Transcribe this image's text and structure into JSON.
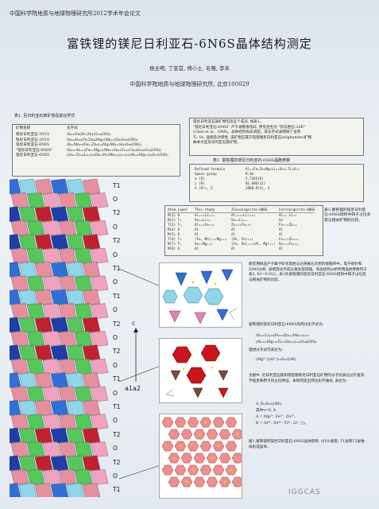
{
  "header": "中国科学院地质与地球物理研究所2012学术年会论文",
  "title": "富铁锂的镁尼日利亚石-6N6S晶体结构测定",
  "authors": "杨主明, 丁奎首, 傅小土, 毛骞, 李禾",
  "affiliation": "中国科学院地质与地球物理研究所, 北京100029",
  "table1": {
    "caption": "表1. 尼日利亚石族矿物及其化学式",
    "header_name": "矿物名称",
    "header_formula": "化学式",
    "rows": [
      {
        "name": "铁尼日利亚石-2N1S",
        "formula": "Al₁₀₂Sn(Fe,Zn)₂O₁₄(OH)₂"
      },
      {
        "name": "铁尼日利亚石-2N1S",
        "formula": "Sn₂₂Al₁₆(Fe,Zn)₄Mg₃(Mn,₂)Sn₂O₃₈(OH)₂"
      },
      {
        "name": "镁尼日利亚石-6N6S",
        "formula": "Al₁₆Mn₂₀(Fe₂₊Zn₂)₁₄Mg₃Mn₂₂Sn₂O₃₈(OH)₂"
      },
      {
        "name": "\"镁尼日利亚石-6N6S\"",
        "formula": "Sn₂₄·Al₁₆₊(Fe₃₊Mg₂)₂Mn₂₂Zn₂₄Ti₁₂₀Ca₂₄Si₃₀₀O₃₈(OH)₂"
      },
      {
        "name": "镁尼日利亚石-6N6S",
        "formula": "(Sn₁₂Ti₁₄₂Li₁₂)₆(Zn₁₂Fe₃Mn₁₄)₂(₂₂)₁₆(Al₁₂₂Mg₁₂)₁₆O₂₂(OH)₂"
      }
    ]
  },
  "intro": {
    "line1": "镁尼日利亚石族矿物包括五个成员, 如表1。",
    "line2": "\"镁尼日利亚石-6N6S\" 产于湖南香花岭, 原先定名为 \"弥志岩石-24R\"",
    "line3": "(Chen et al., 1989)。晶体结构尚未测定。其化学式表明除了含有",
    "line4": "Ti, Sn, 晶胞及对称性, 该矿物应属于镁铝锡尼日利亚石(högbomite)矿物,",
    "line5": "故本文是尼日利亚石族矿物。"
  },
  "table2": {
    "caption": "表2. 富铁锂的镁尼日利亚石-6N6S晶胞参数",
    "rows": [
      {
        "k": "Refined formula",
        "v": "Al₁₂Fe₂Zn₂Mg₃Li₁₂Sn₂₂Ti₂O₃₈"
      },
      {
        "k": "Space group",
        "v": "R-3m"
      },
      {
        "k": "a (Å)",
        "v": "5.7165(8)"
      },
      {
        "k": "c (Å)",
        "v": "82.696(11)"
      },
      {
        "k": "V (Å³), Z",
        "v": "1968.9(3), 3"
      }
    ]
  },
  "table3": {
    "headers": [
      "Atom Layer",
      "This study",
      "Zincoalgerite-6N6S",
      "Ferroalgerite-6N6S"
    ],
    "rows": [
      [
        "M(1) O",
        "Al₁₂₂Li₁₂₂",
        "Al₁₂₂₂Li₁₂₂₂",
        "Al₁₂ Li₂₂"
      ],
      [
        "M(2) T₁",
        "Sn₁₂Li₁₂",
        "Sn₁₂Li₁₂",
        "Sn"
      ],
      [
        "T(3) T₁",
        "Al₁₂₂Fe₁₂₂",
        "Zn₁₂₂Fe₁₂₂",
        "Fe₁₂₂Zn₁₂"
      ],
      [
        "M(4) O",
        "Al",
        "Al",
        "Al"
      ],
      [
        "M(5) O",
        "Al",
        "Al",
        "Al"
      ],
      [
        "T(6) T₂",
        "(Fe, Mn)₁₂₂Mg₁₂₂",
        "(Zn, Fe)₁₂₂",
        "Fe₁₂₂Zn₁₂₂"
      ],
      [
        "M(7) T₂",
        "Sn₁₂Mg₁₂₂",
        "(Fe, Zn)₁₂₂(Al, Mg)₁₂₂",
        "Sn₁₂₂Fe₁₂₂"
      ],
      [
        "M(8) O",
        "Al",
        "Al",
        "Al"
      ]
    ],
    "caption": "表3.富铁锂的镁尼日利亚石-6N6S结构中阳子占位及其与相关矿物的比较。"
  },
  "layers": [
    "T1",
    "O",
    "T2",
    "O",
    "T2",
    "O",
    "T1",
    "O",
    "T1",
    "O",
    "T2",
    "O",
    "T2",
    "O",
    "T1",
    "O",
    "T1",
    "O",
    "T2",
    "O",
    "T2",
    "O",
    "T1"
  ],
  "axis_c": "c",
  "axis_a": "a1a2",
  "right_text": {
    "p1": "研究用样品产于糜子岭花岗岩与石英脉石灰岩的接触带中。电子探针和SIMS分析, 表明其化学成分富含镁锌锂。单晶结构分析所用晶胞参数列于表2, R1=0.053。表3为富铁锂的镁尼日利亚石-6N6S结构中阳子占位及与相关矿物的比较。",
    "p2": "富铁锂的镁尼日利亚石-6N6S的简化化学式为:",
    "f1": "Sn₁₂₂Li₁₂₂(Fe₁₂₂Zn₁₂₂Mn₁₂₂)₁₂₂",
    "f2": "(Al₁₂₂₂Mg₁₂₂Ti₁₂₂Sn₁₂₂)₁₂₂O₃₈(OH)₂",
    "p3": "理想分子式可表达为:",
    "f3": "(Mg²⁺)(Al³⁺)₁₂O₂₂(OH)",
    "p4": "文献中, 尼日利亚石族和镁铝锡铁尼日利亚石矿物的分子式表达过于复杂, 不能反映原子的占位特征。本研究提出简化化学通式, 表达为:",
    "f4": "A_B₁₂O₂₂(OH)₂",
    "f5": "其中n=6, 4,",
    "f6": "A = Mg²⁺, Fe²⁺, Zn²⁺;",
    "f7": "B = Al³⁺, Sn⁴⁺, Ti⁴⁺, Li⁺, □。",
    "caption": "图1.富铁锂的镁尼日利亚石-6N6S晶体结构. (010)投影, T1层和T2层堆垛形成晶体。"
  },
  "watermark": "IGGCAS"
}
